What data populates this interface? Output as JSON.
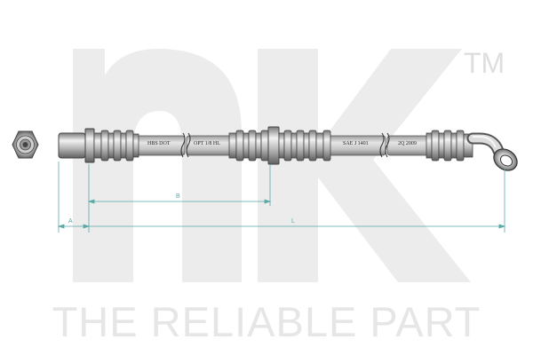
{
  "brand": {
    "trademark": "TM",
    "tagline": "THE RELIABLE PART",
    "watermark_color": "#ececec",
    "tagline_color": "#e6e6e6"
  },
  "hose": {
    "printed_labels": [
      "HBS DOT",
      "OPT 1/8 HL",
      "SAE J 1401",
      "2Q 2009"
    ]
  },
  "dimensions": {
    "labels": [
      "A",
      "B",
      "L"
    ],
    "line_color": "#5aa9a8"
  }
}
